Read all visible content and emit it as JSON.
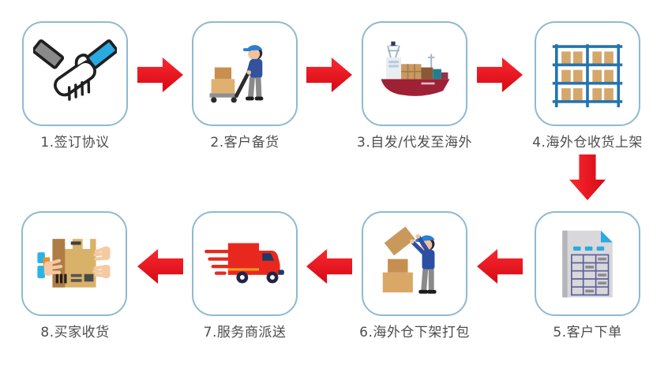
{
  "flow": {
    "steps": [
      {
        "label": "1.签订协议",
        "icon": "handshake-icon"
      },
      {
        "label": "2.客户备货",
        "icon": "worker-trolley-icon"
      },
      {
        "label": "3.自发/代发至海外",
        "icon": "cargo-ship-icon"
      },
      {
        "label": "4.海外仓收货上架",
        "icon": "warehouse-rack-icon"
      },
      {
        "label": "5.客户下单",
        "icon": "order-form-icon"
      },
      {
        "label": "6.海外仓下架打包",
        "icon": "worker-packing-icon"
      },
      {
        "label": "7.服务商派送",
        "icon": "delivery-truck-icon"
      },
      {
        "label": "8.买家收货",
        "icon": "buyer-receiving-icon"
      }
    ],
    "arrows": [
      {
        "from": 1,
        "to": 2,
        "direction": "right"
      },
      {
        "from": 2,
        "to": 3,
        "direction": "right"
      },
      {
        "from": 3,
        "to": 4,
        "direction": "right"
      },
      {
        "from": 4,
        "to": 5,
        "direction": "down"
      },
      {
        "from": 5,
        "to": 6,
        "direction": "left"
      },
      {
        "from": 6,
        "to": 7,
        "direction": "left"
      },
      {
        "from": 7,
        "to": 8,
        "direction": "left"
      }
    ],
    "colors": {
      "arrow_red": "#ed1c24",
      "box_border": "#8fb9d2",
      "label_text": "#4d4d4d",
      "sleeve_blue": "#29abe2",
      "carton_tan": "#d9a866",
      "rack_blue": "#2574ad",
      "truck_red": "#e8281e"
    }
  }
}
